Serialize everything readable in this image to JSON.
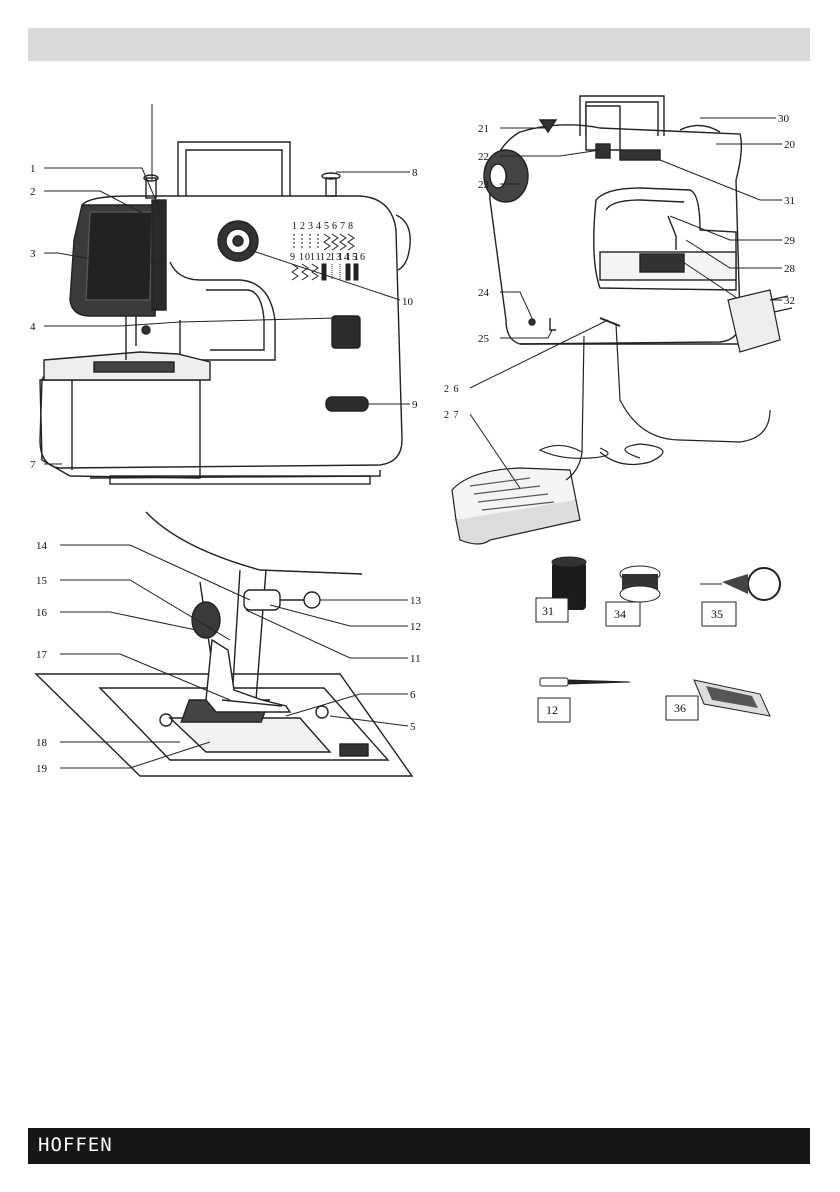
{
  "brand": {
    "name": "HOFFEN"
  },
  "callouts": {
    "front": [
      "1",
      "2",
      "3",
      "4",
      "7",
      "8",
      "9",
      "10"
    ],
    "foot": [
      "14",
      "15",
      "16",
      "17",
      "18",
      "19",
      "13",
      "12",
      "11",
      "6",
      "5"
    ],
    "back": [
      "21",
      "22",
      "23",
      "24",
      "25",
      "30",
      "20",
      "31",
      "29",
      "28",
      "32"
    ],
    "cables": [
      "2 6",
      "2 7"
    ]
  },
  "accessories": [
    {
      "label": "31",
      "name": "thread-spool"
    },
    {
      "label": "34",
      "name": "bobbin"
    },
    {
      "label": "35",
      "name": "needle-threader"
    },
    {
      "label": "12",
      "name": "needle"
    },
    {
      "label": "36",
      "name": "presser-foot"
    }
  ],
  "stitch_numbers": {
    "row1": [
      "1",
      "2",
      "3",
      "4",
      "5",
      "6",
      "7",
      "8"
    ],
    "row2": [
      "9",
      "10",
      "11",
      "12",
      "13",
      "14",
      "15",
      "16"
    ]
  }
}
